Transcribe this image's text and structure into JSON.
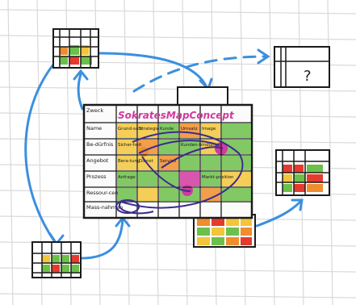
{
  "main_card": {
    "title": "SokratesMapConcept",
    "rows": [
      {
        "label": "Zweck",
        "cells": []
      },
      {
        "label": "Name",
        "cells": [
          "Grund-satz",
          "Strategie",
          "Kunde",
          "Umsatz",
          "Image"
        ]
      },
      {
        "label": "Be-dürfnis",
        "cells": [
          "Sicher-heit",
          "",
          "",
          "Kunden-bindung",
          ""
        ]
      },
      {
        "label": "Angebot",
        "cells": [
          "Bera-tung",
          "Dienst",
          "Service",
          "",
          ""
        ]
      },
      {
        "label": "Prozess",
        "cells": [
          "Anfrage",
          "",
          "",
          "",
          "Markt-position"
        ]
      },
      {
        "label": "Ressour-cen",
        "cells": []
      },
      {
        "label": "Mass-nahmen",
        "cells": [
          "?"
        ]
      }
    ]
  },
  "question_card": {
    "symbol": "?"
  },
  "colors": {
    "red": "#e53b2f",
    "yellow": "#f2c53a",
    "green": "#6cc04a",
    "orange": "#f08d2c",
    "magenta": "#d13aa0",
    "blue": "#3b8fe0",
    "purple": "#3a2b8c",
    "ink": "#1a1a1a",
    "grid": "#d9d9d9"
  }
}
